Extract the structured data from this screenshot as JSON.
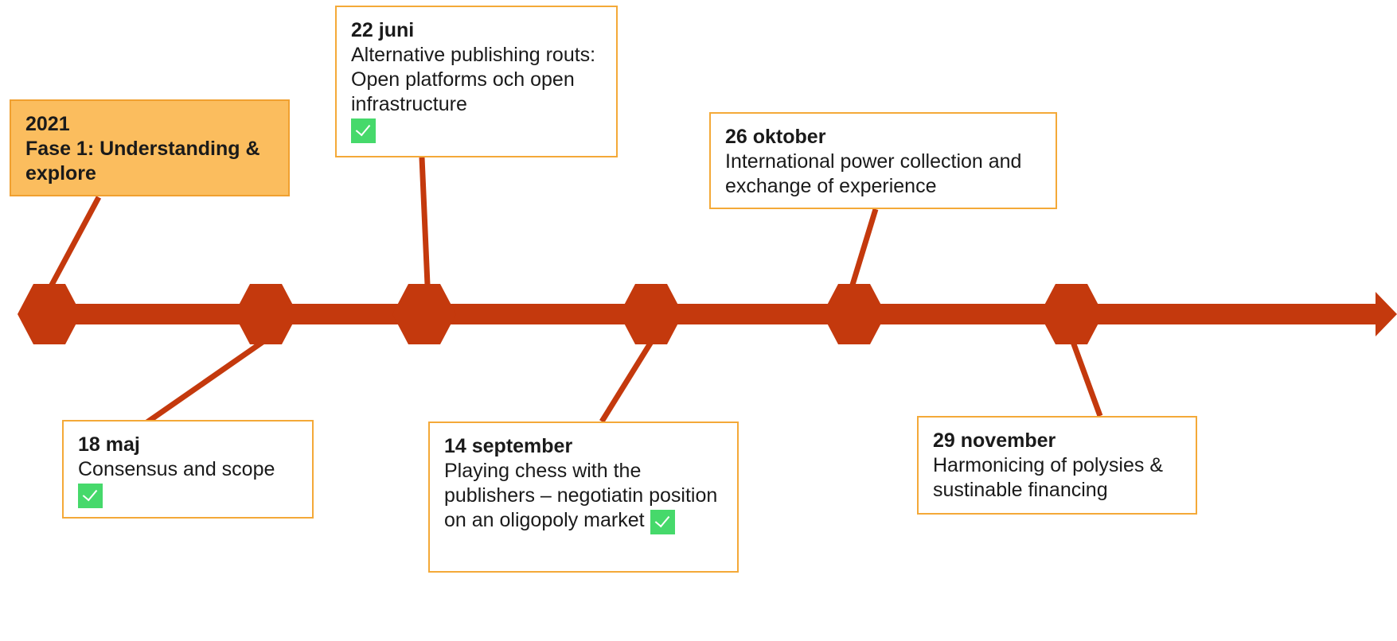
{
  "colors": {
    "timeline": "#c4390d",
    "box_border": "#f4a938",
    "phase_fill": "#fbbd5e",
    "check": "#46d96b"
  },
  "phase": {
    "year": "2021",
    "title": "Fase 1: Understanding & explore"
  },
  "milestones": [
    {
      "date": "18 maj",
      "text": "Consensus and scope",
      "done": true
    },
    {
      "date": "22 juni",
      "text": "Alternative publishing routs: Open platforms och open infrastructure",
      "done": true
    },
    {
      "date": "14 september",
      "text": "Playing chess with the publishers – negotiatin position on an oligopoly market",
      "done": true
    },
    {
      "date": "26 oktober",
      "text": "International power collection and exchange of experience",
      "done": false
    },
    {
      "date": "29 november",
      "text": "Harmonicing of polysies & sustinable financing",
      "done": false
    }
  ],
  "icons": {
    "done": "check-icon"
  }
}
